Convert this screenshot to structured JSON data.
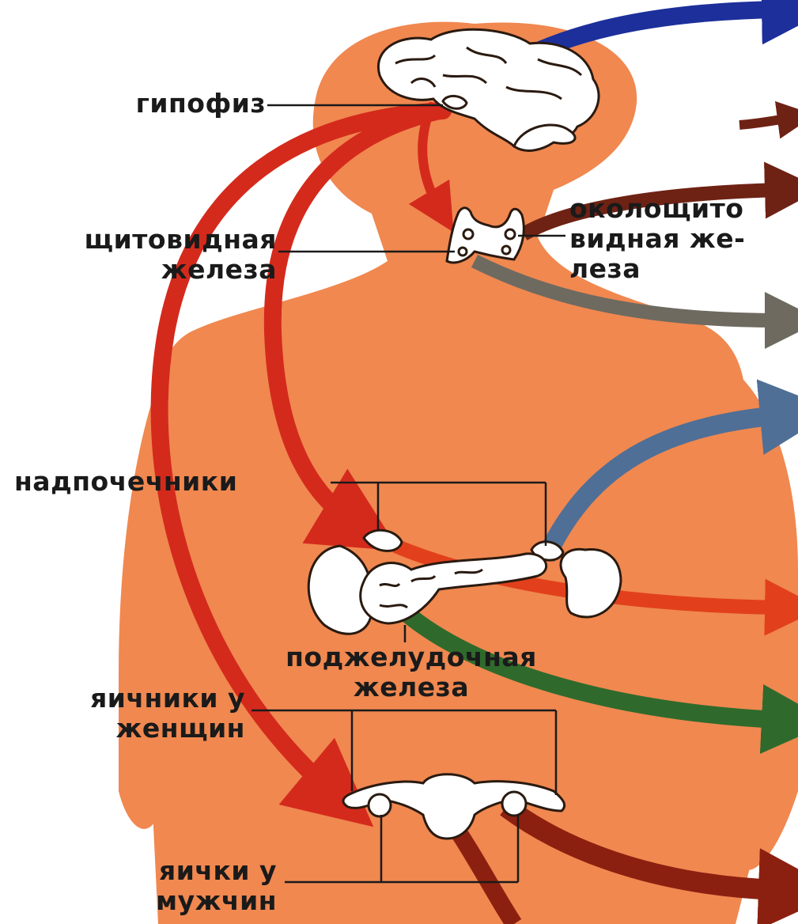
{
  "colors": {
    "background": "#ffffff",
    "body": "#f08850",
    "organ_fill": "#ffffff",
    "organ_outline": "#2a1a10",
    "leader_line": "#1a1a1a",
    "label_text": "#1a1a1a",
    "arrow_red": "#d42a1c",
    "arrow_blue": "#1c2f9a",
    "arrow_brown": "#6e2214",
    "arrow_gray": "#6e6a60",
    "arrow_steel_blue": "#4f6f96",
    "arrow_orange_red": "#e2401c",
    "arrow_green": "#2f6a2c",
    "arrow_dark_red": "#8c2010"
  },
  "labels": {
    "pituitary": "гипофиз",
    "thyroid": [
      "щитовидная",
      "железа"
    ],
    "parathyroid": [
      "околощито",
      "видная же-",
      "леза"
    ],
    "adrenals": "надпочечники",
    "pancreas": [
      "поджелудочная",
      "железа"
    ],
    "ovaries": [
      "яичники у",
      "женщин"
    ],
    "testes": [
      "яички у",
      "мужчин"
    ]
  }
}
